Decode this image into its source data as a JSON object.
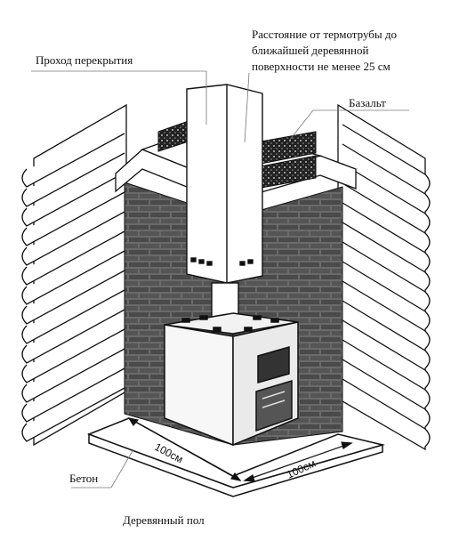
{
  "labels": {
    "ceiling_passage": "Проход перекрытия",
    "distance_line1": "Расстояние от термотрубы до",
    "distance_line2": "ближайшей деревянной",
    "distance_line3": "поверхности  не менее 25 см",
    "basalt": "Базальт",
    "concrete": "Бетон",
    "wooden_floor": "Деревянный пол"
  },
  "dimensions": {
    "left": "100см",
    "right": "100см"
  },
  "colors": {
    "line": "#111111",
    "brick": "#5a5a5a",
    "insulation": "#2a2a2a",
    "stove": "#f2f2f2"
  }
}
